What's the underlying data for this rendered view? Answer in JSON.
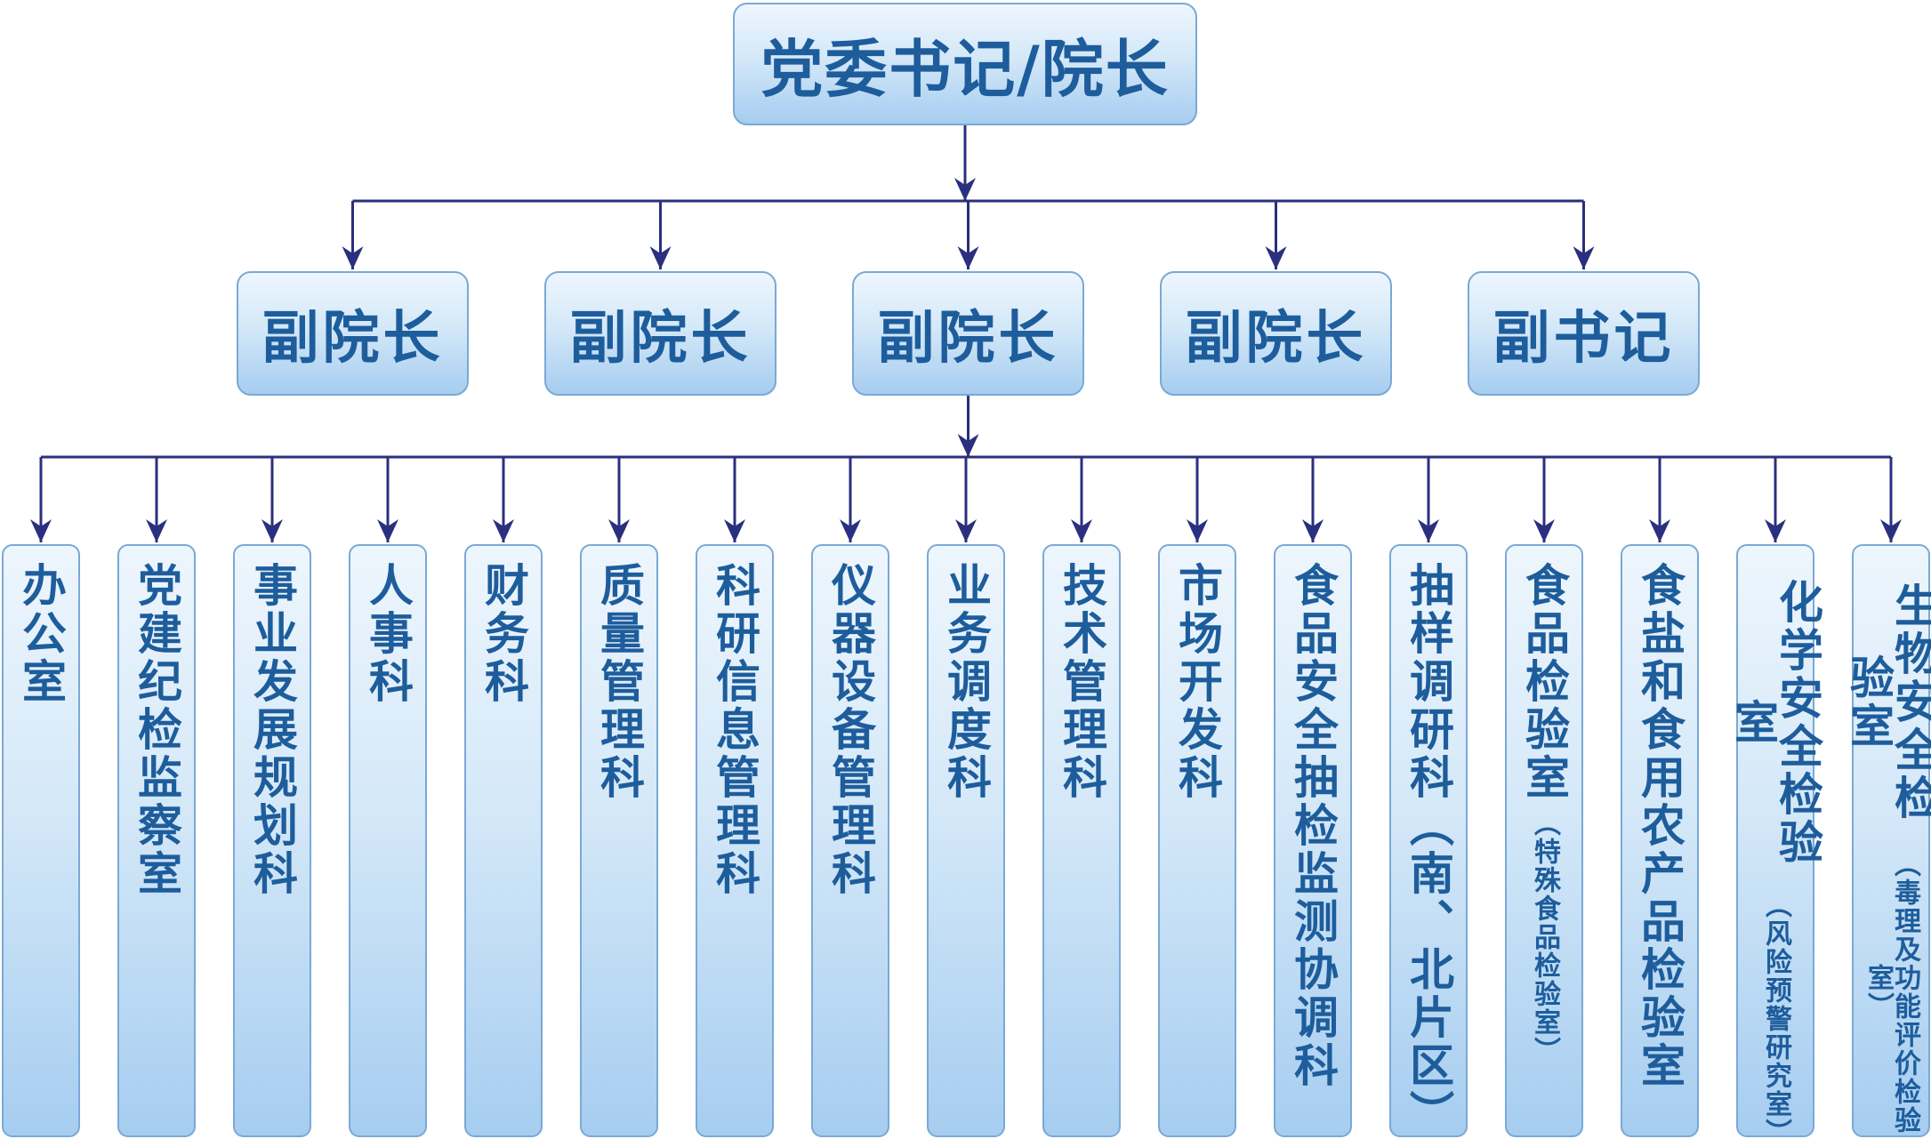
{
  "top": {
    "label": "党委书记/院长"
  },
  "deputies": [
    {
      "label": "副院长"
    },
    {
      "label": "副院长"
    },
    {
      "label": "副院长"
    },
    {
      "label": "副院长"
    },
    {
      "label": "副书记"
    }
  ],
  "departments": [
    {
      "label": "办公室",
      "sub": ""
    },
    {
      "label": "党建纪检监察室",
      "sub": ""
    },
    {
      "label": "事业发展规划科",
      "sub": ""
    },
    {
      "label": "人事科",
      "sub": ""
    },
    {
      "label": "财务科",
      "sub": ""
    },
    {
      "label": "质量管理科",
      "sub": ""
    },
    {
      "label": "科研信息管理科",
      "sub": ""
    },
    {
      "label": "仪器设备管理科",
      "sub": ""
    },
    {
      "label": "业务调度科",
      "sub": ""
    },
    {
      "label": "技术管理科",
      "sub": ""
    },
    {
      "label": "市场开发科",
      "sub": ""
    },
    {
      "label": "食品安全抽检监测协调科",
      "sub": ""
    },
    {
      "label": "抽样调研科（南、北片区）",
      "sub": ""
    },
    {
      "label": "食品检验室",
      "sub": "（特殊食品检验室）"
    },
    {
      "label": "食盐和食用农产品检验室",
      "sub": ""
    },
    {
      "label": "化学安全检验室",
      "sub": "（风险预警研究室）"
    },
    {
      "label": "生物安全检验室",
      "sub": "（毒理及功能评价检验室）"
    }
  ],
  "colors": {
    "line": "#2b2f7f",
    "text": "#1e5d9c",
    "box_border": "#7aa9d6",
    "box_top": "#eef6fd",
    "box_bottom": "#a6cdf0"
  }
}
